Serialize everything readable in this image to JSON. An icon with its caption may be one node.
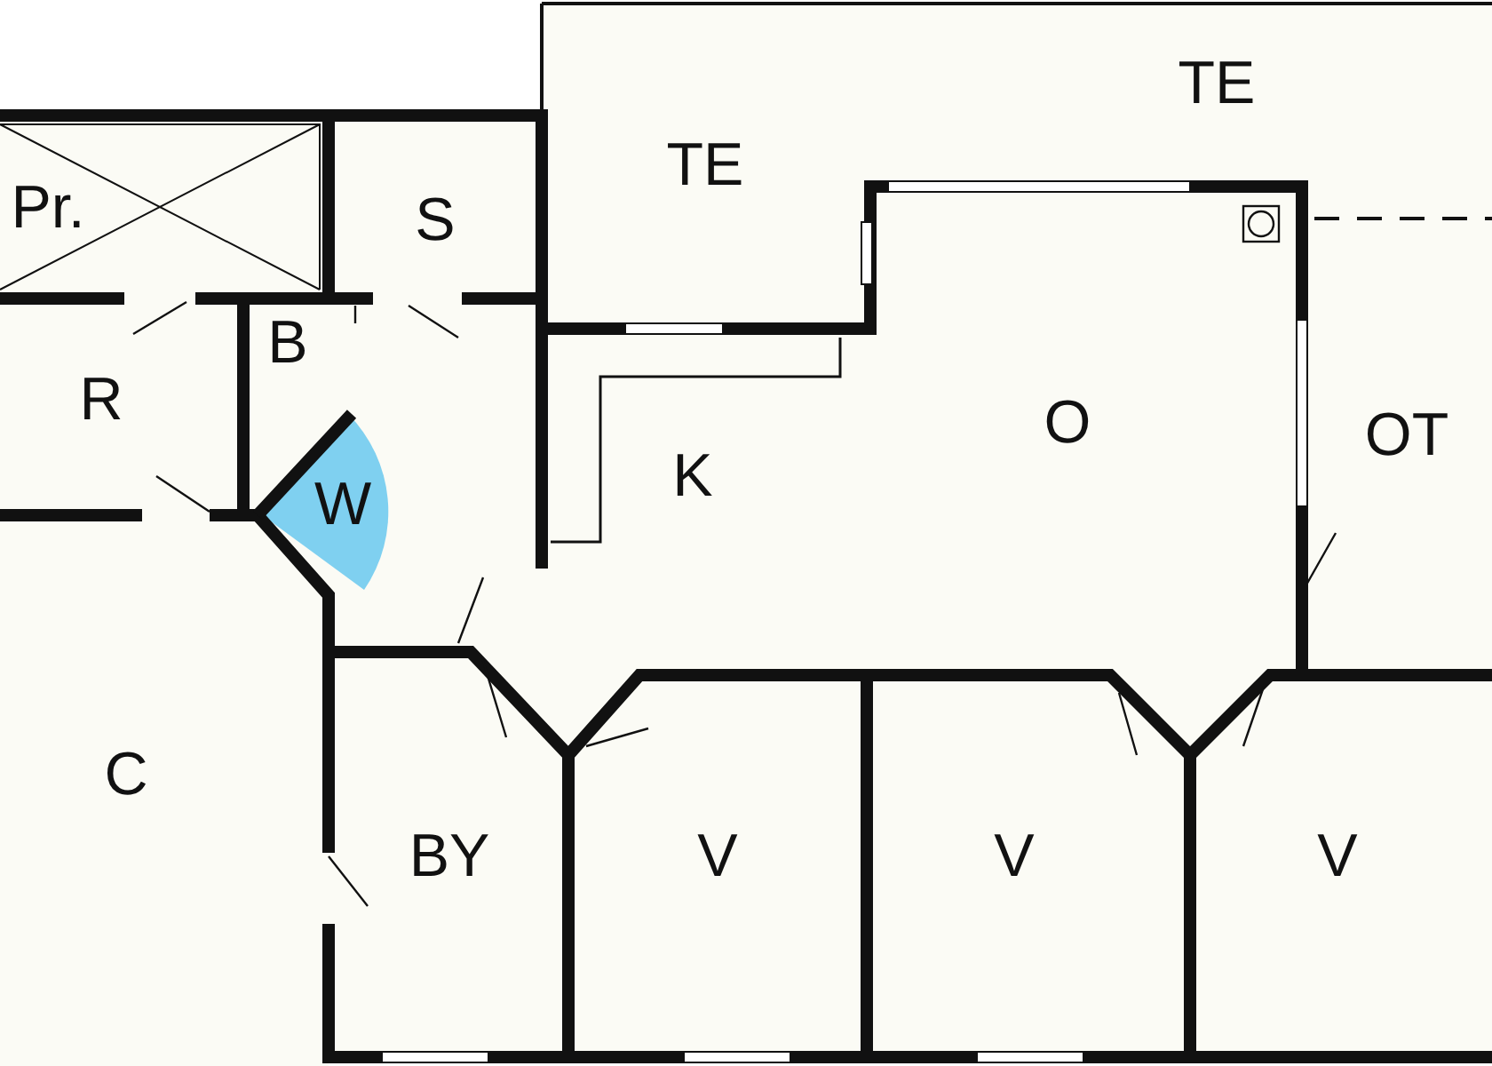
{
  "diagram": {
    "labels": [
      "TE",
      "TE",
      "Pr.",
      "S",
      "B",
      "R",
      "O",
      "OT",
      "K",
      "W",
      "C",
      "BY",
      "V",
      "V",
      "V"
    ]
  }
}
